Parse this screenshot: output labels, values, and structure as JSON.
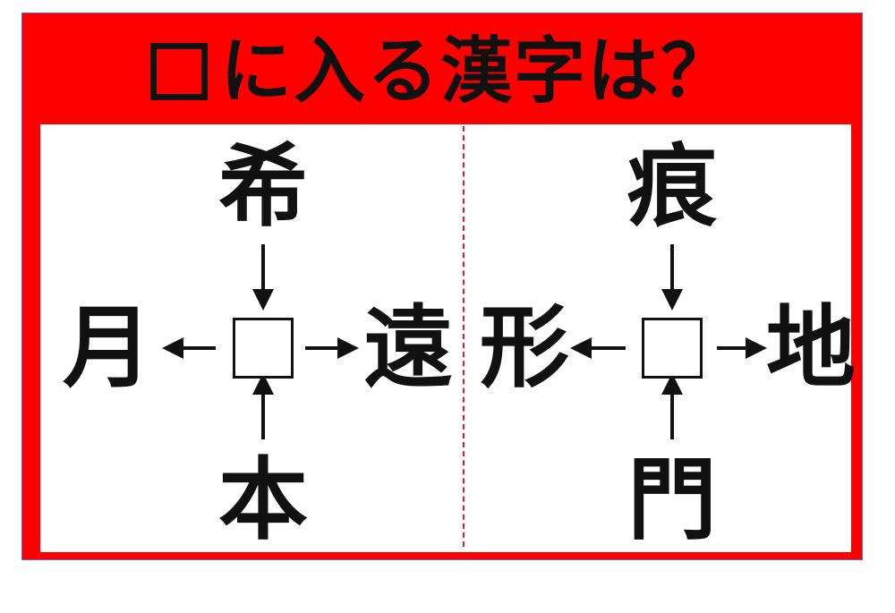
{
  "title": {
    "text": "に入る漢字は？"
  },
  "puzzles": [
    {
      "top": "希",
      "left": "月",
      "right": "遠",
      "bottom": "本"
    },
    {
      "top": "痕",
      "left": "形",
      "right": "地",
      "bottom": "門"
    }
  ],
  "colors": {
    "frame": "#ff0000",
    "panel": "#ffffff",
    "ink": "#111111",
    "divider": "#e02020"
  }
}
